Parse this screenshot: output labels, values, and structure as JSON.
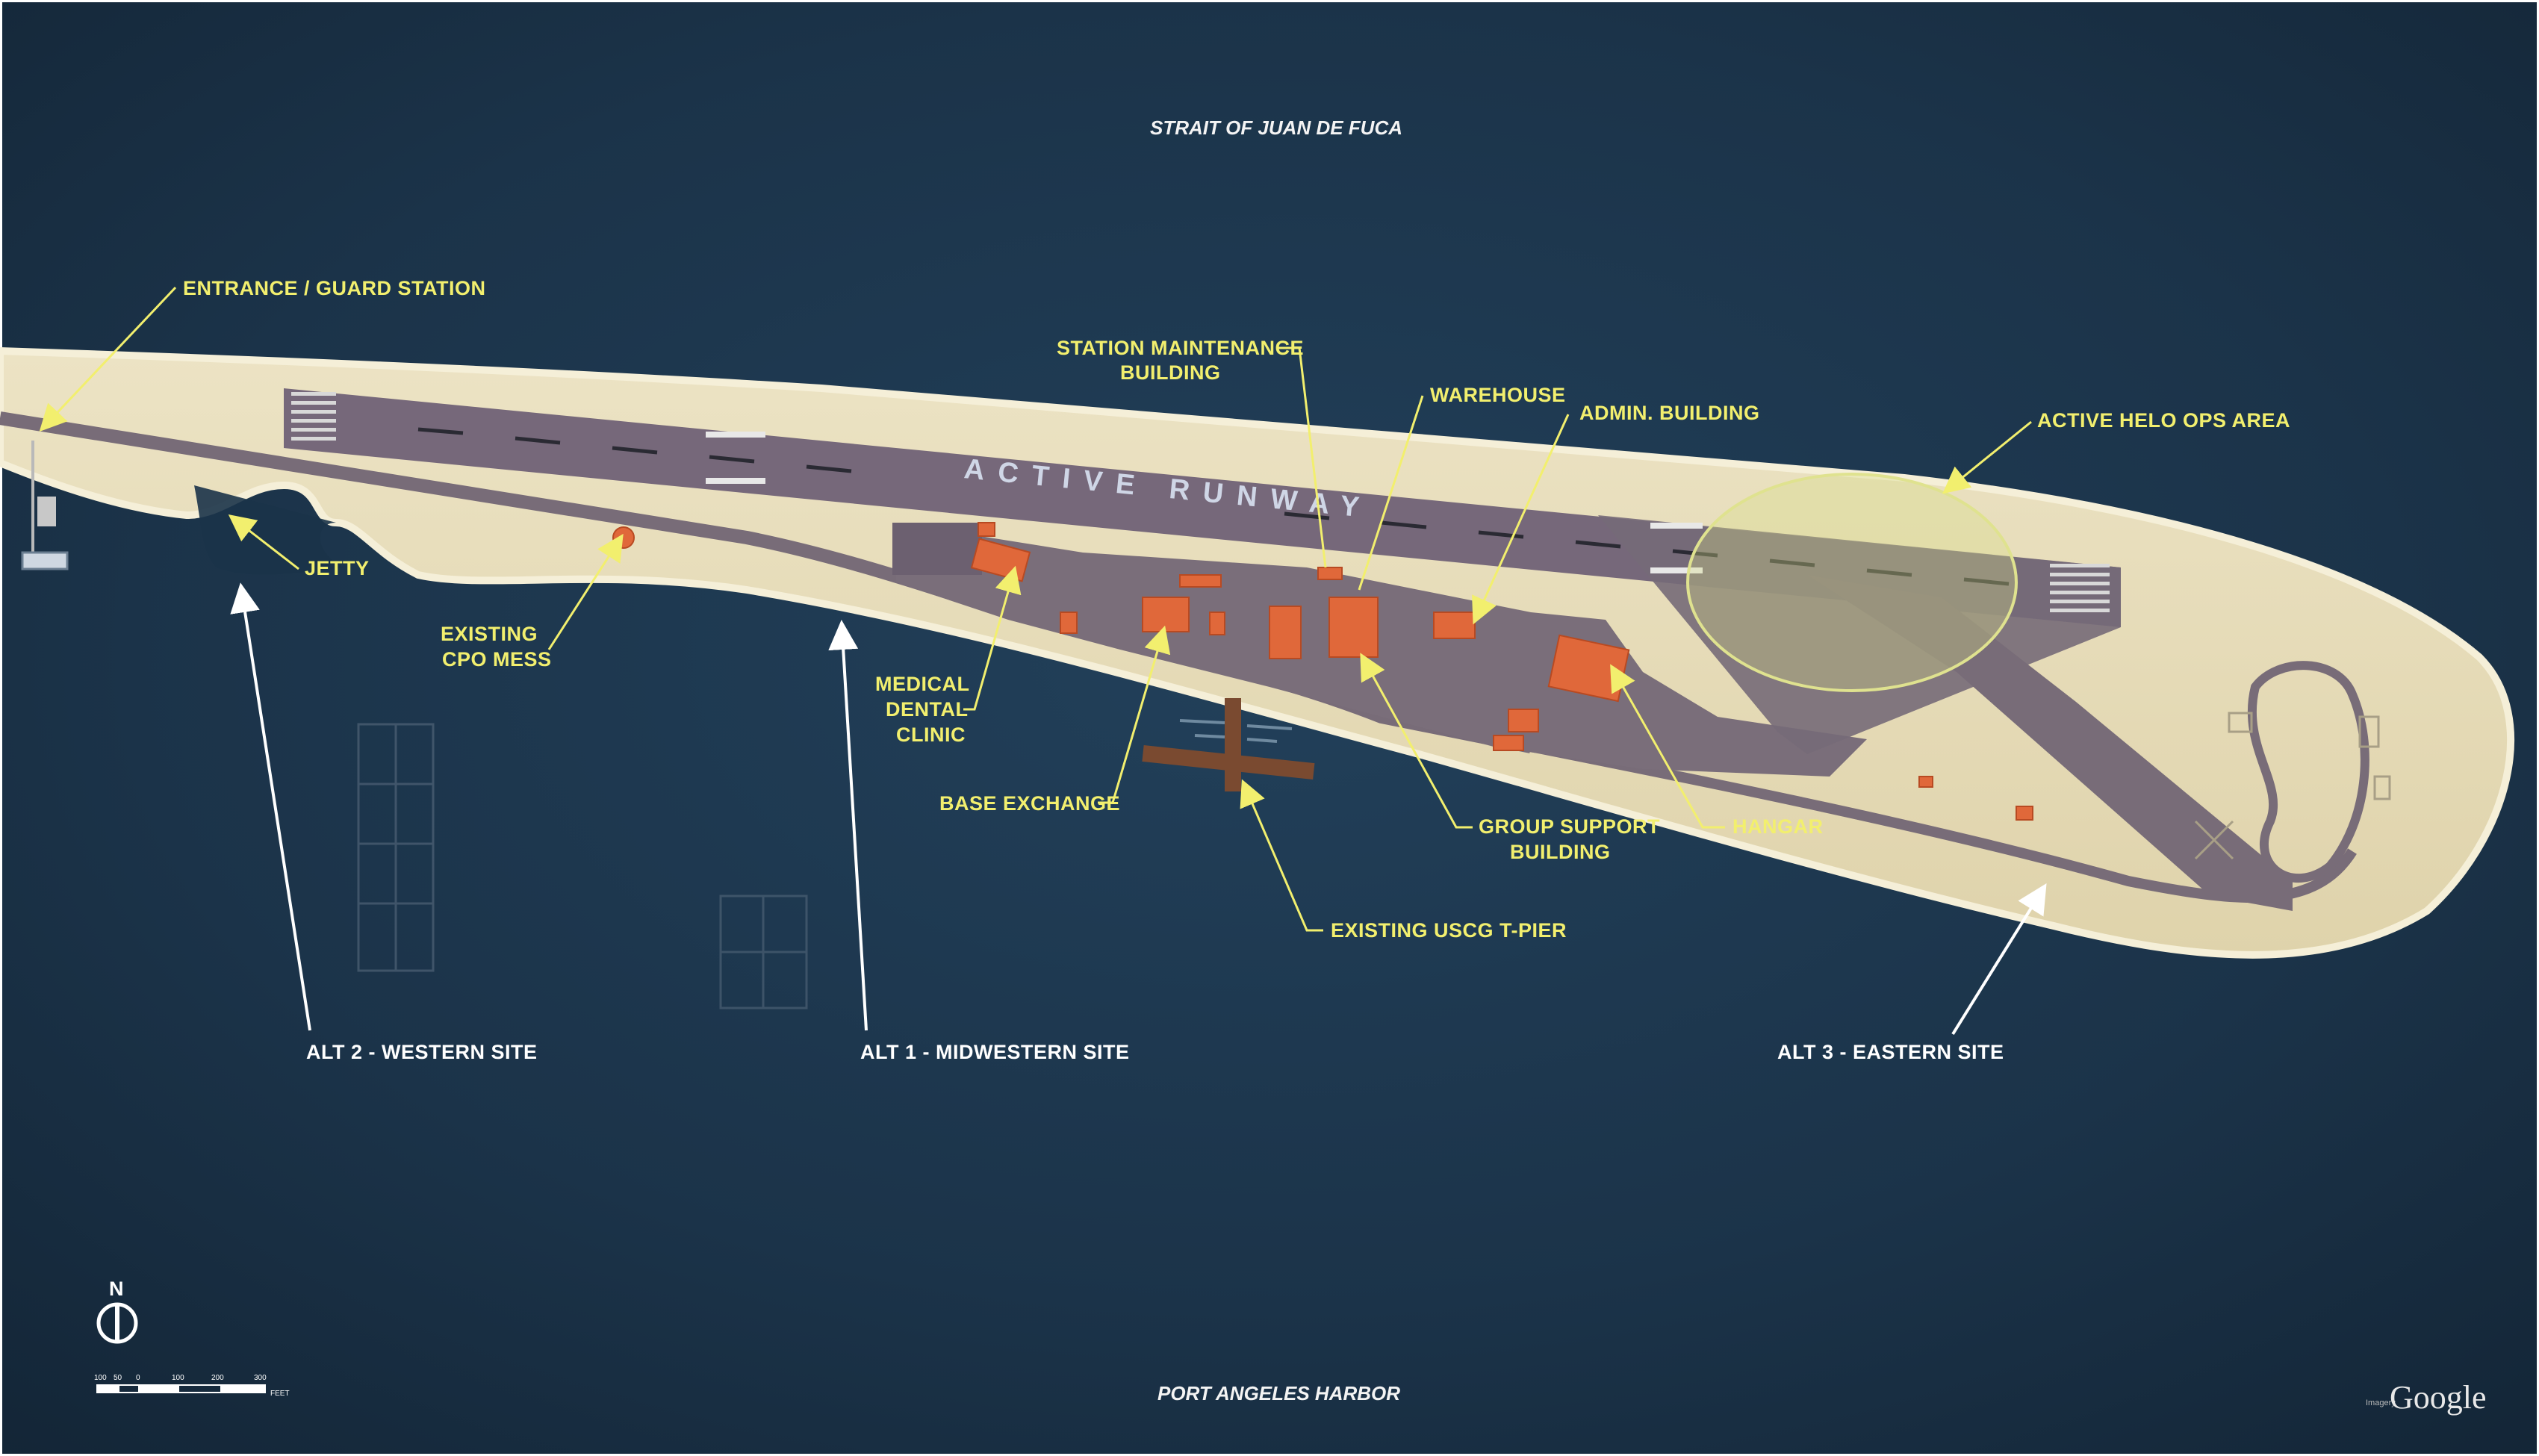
{
  "water_labels": {
    "north": "STRAIT OF JUAN DE FUCA",
    "south": "PORT ANGELES HARBOR"
  },
  "runway_label": "ACTIVE RUNWAY",
  "labels": {
    "entrance": "ENTRANCE / GUARD STATION",
    "jetty": "JETTY",
    "cpo_line1": "EXISTING",
    "cpo_line2": "CPO MESS",
    "station_maint_line1": "STATION MAINTENANCE",
    "station_maint_line2": "BUILDING",
    "warehouse": "WAREHOUSE",
    "admin": "ADMIN. BUILDING",
    "helo": "ACTIVE HELO OPS AREA",
    "medical_line1": "MEDICAL",
    "medical_line2": "DENTAL",
    "medical_line3": "CLINIC",
    "base_exchange": "BASE EXCHANGE",
    "group_support_line1": "GROUP SUPPORT",
    "group_support_line2": "BUILDING",
    "hangar": "HANGAR",
    "tpier": "EXISTING USCG T-PIER",
    "alt2": "ALT  2 - WESTERN SITE",
    "alt1": "ALT  1 -  MIDWESTERN SITE",
    "alt3": "ALT  3 - EASTERN SITE"
  },
  "compass": {
    "north": "N"
  },
  "scale": {
    "ticks": [
      "100",
      "50",
      "0",
      "100",
      "200",
      "300"
    ],
    "unit": "FEET"
  },
  "attribution": {
    "brand": "Google",
    "prefix": "Imagery"
  },
  "colors": {
    "water": "#1c3349",
    "sand": "#e6dcb8",
    "pavement": "#786c78",
    "building": "#e0683a",
    "label": "#f2ef6e",
    "helo_area": "#d7dc86"
  }
}
